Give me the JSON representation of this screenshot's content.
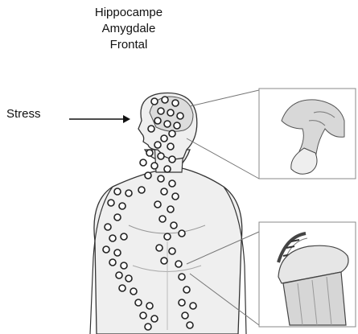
{
  "regions": [
    "Hippocampe",
    "Amygdale",
    "Frontal"
  ],
  "stress_label": "Stress",
  "colors": {
    "ink": "#222222",
    "body_fill": "#efefef",
    "shade": "#cfcfcf",
    "panel_border": "#888888"
  },
  "icons": {
    "stress_arrow": "arrow-right-icon",
    "nerve_marker": "circle-outline"
  }
}
